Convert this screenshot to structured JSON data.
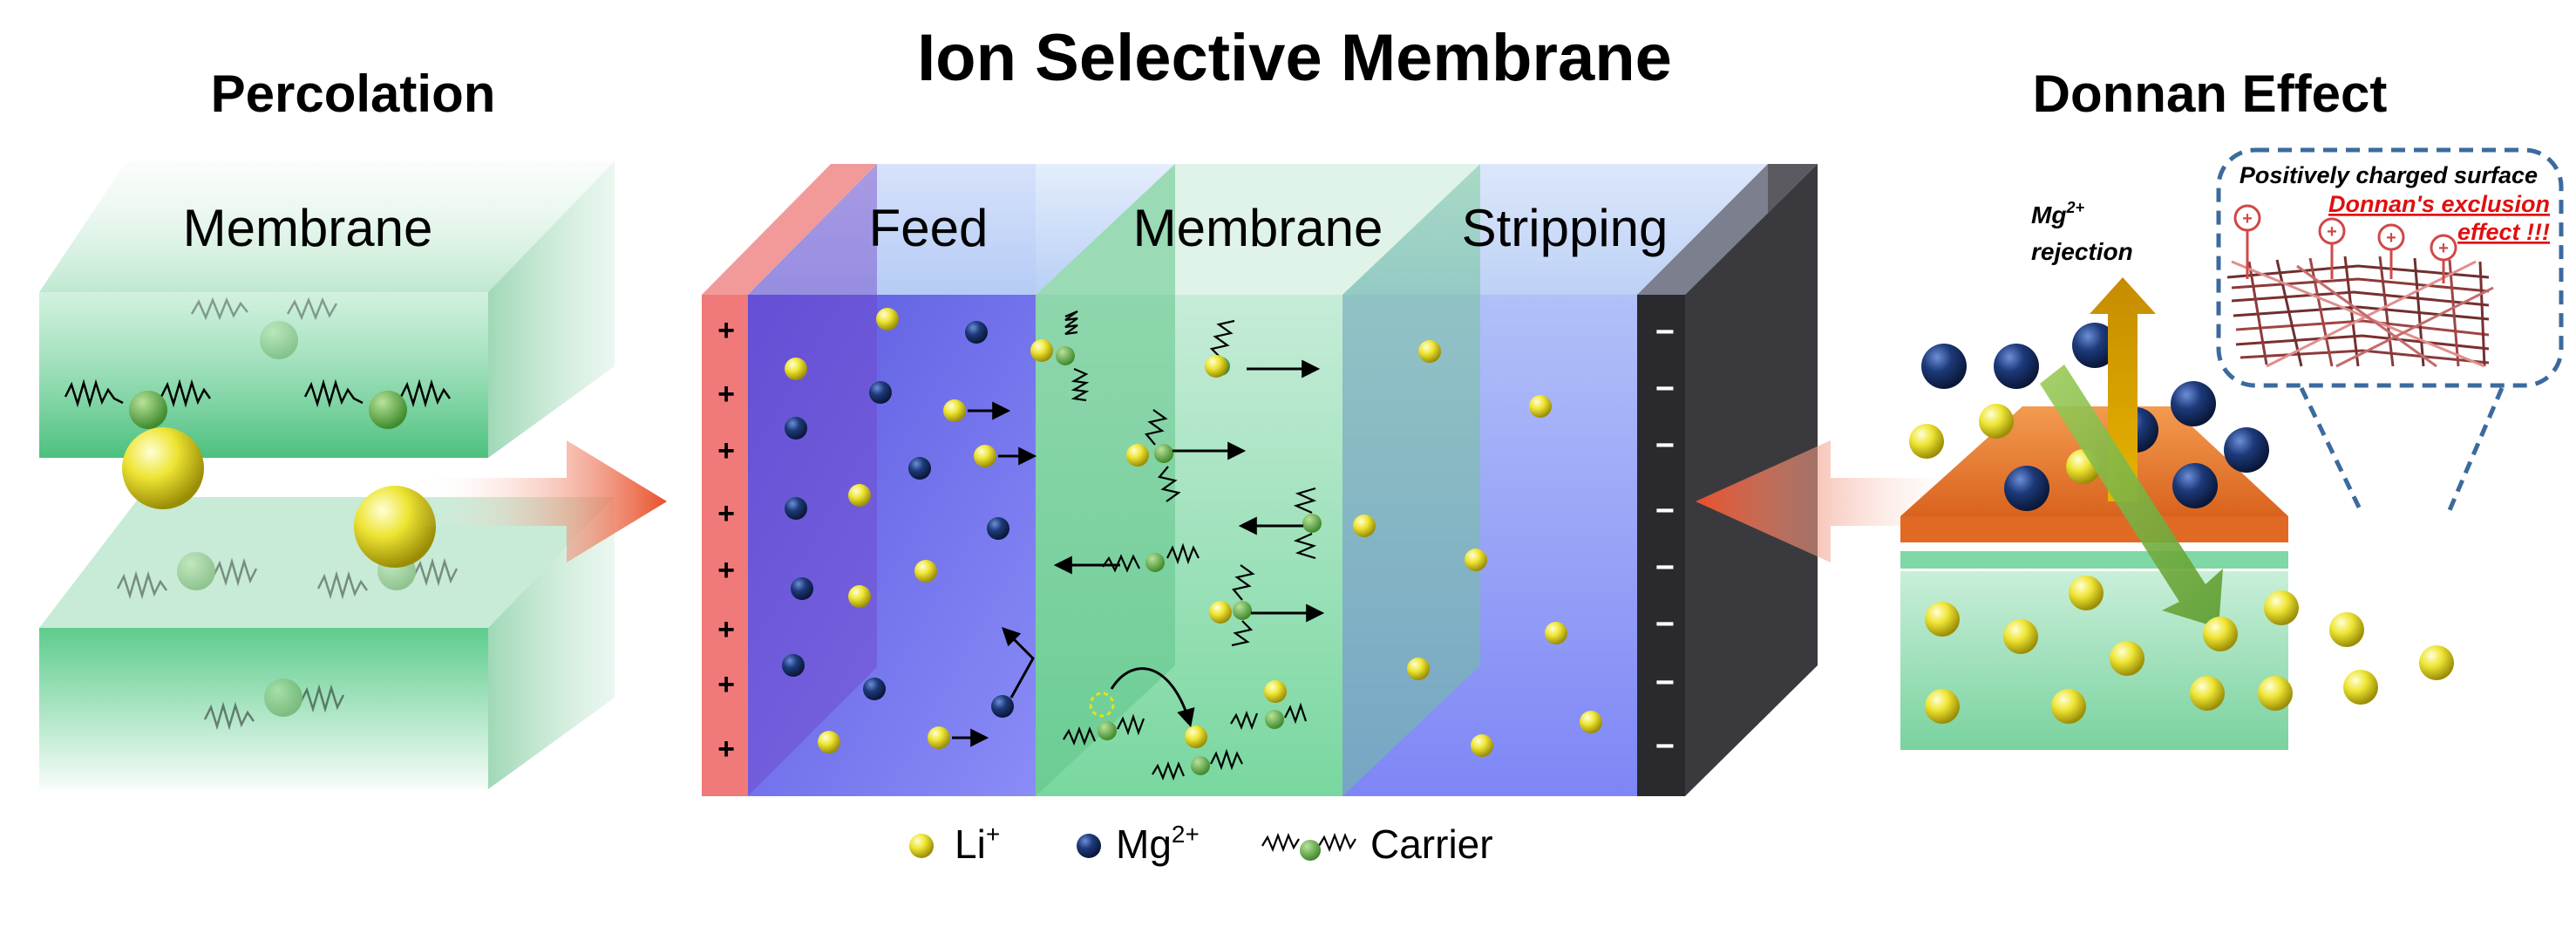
{
  "titles": {
    "main": "Ion Selective Membrane",
    "left": "Percolation",
    "right": "Donnan Effect"
  },
  "percolation": {
    "membrane_label": "Membrane"
  },
  "cell": {
    "feed_label": "Feed",
    "membrane_label": "Membrane",
    "stripping_label": "Stripping",
    "anode_signs": [
      "+",
      "+",
      "+",
      "+",
      "+",
      "+",
      "+",
      "+"
    ],
    "cathode_signs": [
      "−",
      "−",
      "−",
      "−",
      "−",
      "−",
      "−",
      "−"
    ]
  },
  "donnan": {
    "mg_rejection_line1": "Mg",
    "mg_rejection_sup": "2+",
    "mg_rejection_line2": "rejection",
    "surface_label": "Positively charged surface",
    "exclusion_line1": "Donnan's exclusion",
    "exclusion_line2": "effect !!!"
  },
  "legend": {
    "li_base": "Li",
    "li_sup": "+",
    "mg_base": "Mg",
    "mg_sup": "2+",
    "carrier": "Carrier"
  },
  "colors": {
    "li_ion": "#e6e01a",
    "mg_ion": "#16306a",
    "carrier_node": "#6ab04c",
    "membrane_green": "#5fcf8f",
    "feed_blue": "#6f7cf5",
    "anode_red": "#f07a7a",
    "cathode_dark": "#2a2a2e",
    "surface_orange": "#e9772e",
    "arrow_red": "#e8502a",
    "arrow_yellow": "#d6a300",
    "arrow_green": "#6fae3a",
    "callout_dash": "#3b6a9e",
    "exclusion_red": "#e01010"
  }
}
